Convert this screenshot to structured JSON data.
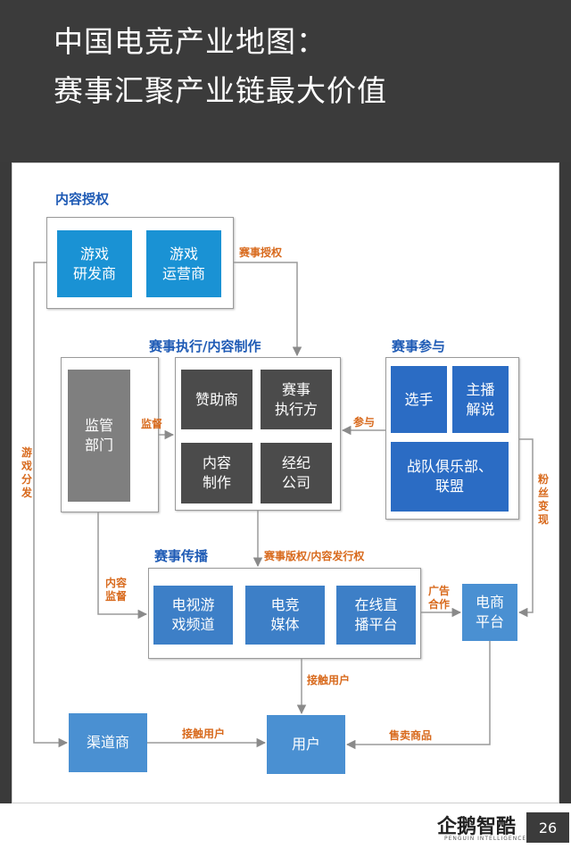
{
  "title": {
    "line1": "中国电竞产业地图：",
    "line2": "赛事汇聚产业链最大价值"
  },
  "sections": {
    "content_license": "内容授权",
    "execution": "赛事执行/内容制作",
    "participation": "赛事参与",
    "broadcast": "赛事传播"
  },
  "boxes": {
    "game_dev": "游戏\n研发商",
    "game_ops": "游戏\n运营商",
    "regulator": "监管\n部门",
    "sponsor": "赞助商",
    "event_exec": "赛事\n执行方",
    "content_prod": "内容\n制作",
    "agency": "经纪\n公司",
    "player": "选手",
    "streamer": "主播\n解说",
    "club": "战队俱乐部、\n联盟",
    "tv_channel": "电视游\n戏频道",
    "esports_media": "电竞\n媒体",
    "live_platform": "在线直\n播平台",
    "ecommerce": "电商\n平台",
    "channel": "渠道商",
    "user": "用户"
  },
  "labels": {
    "event_license": "赛事授权",
    "supervise": "监督",
    "participate": "参与",
    "copyright": "赛事版权/内容发行权",
    "content_supervise": "内容监督",
    "ad_coop": "广告合作",
    "reach_user_1": "接触用户",
    "reach_user_2": "接触用户",
    "sell_goods": "售卖商品",
    "game_distribution": "游戏分发",
    "fan_monetize": "粉丝变现"
  },
  "footer": {
    "logo": "企鹅智酷",
    "logo_sub": "PENGUIN INTELLIGENCE",
    "page": "26"
  },
  "colors": {
    "header_bg": "#3b3b3b",
    "section_title": "#1f5bb5",
    "label": "#d86a1d",
    "game_box": "#1a92d4",
    "execution_box": "#4b4b4b",
    "participation_box": "#2b6cc4",
    "broadcast_box": "#3d7fc7",
    "end_box": "#4a90d2"
  }
}
